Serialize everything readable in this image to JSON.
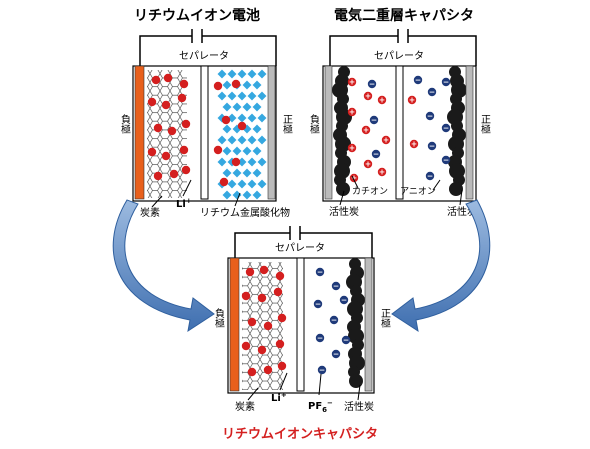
{
  "panels": {
    "lib": {
      "title": "リチウムイオン電池",
      "separator": "セパレータ",
      "negative_electrode": "負極",
      "positive_electrode": "正極",
      "anode_material": "炭素",
      "ion": "Li",
      "ion_charge": "+",
      "cathode_material": "リチウム金属酸化物"
    },
    "edlc": {
      "title": "電気二重層キャパシタ",
      "separator": "セパレータ",
      "negative_electrode": "負極",
      "positive_electrode": "正極",
      "cation": "カチオン",
      "anion": "アニオン",
      "negative_material": "活性炭",
      "positive_material": "活性炭"
    },
    "lic": {
      "title": "リチウムイオンキャパシタ",
      "separator": "セパレータ",
      "negative_electrode": "負極",
      "positive_electrode": "正極",
      "anode_material": "炭素",
      "ion": "Li",
      "ion_charge": "+",
      "anion_species": "PF",
      "anion_subscript": "6",
      "anion_charge": "−",
      "positive_material": "活性炭"
    }
  },
  "colors": {
    "anode_plate": "#e8601c",
    "lithium_ion": "#d41f1f",
    "anion": "#1f3a7a",
    "cathode_crystal": "#35a8e0",
    "activated_carbon": "#1a1a1a",
    "arrow": "#4f81bd",
    "lic_title": "#d42020",
    "graphite_line": "#555555"
  },
  "icons": {
    "anion_symbol": "−",
    "cation_symbol": "+"
  }
}
